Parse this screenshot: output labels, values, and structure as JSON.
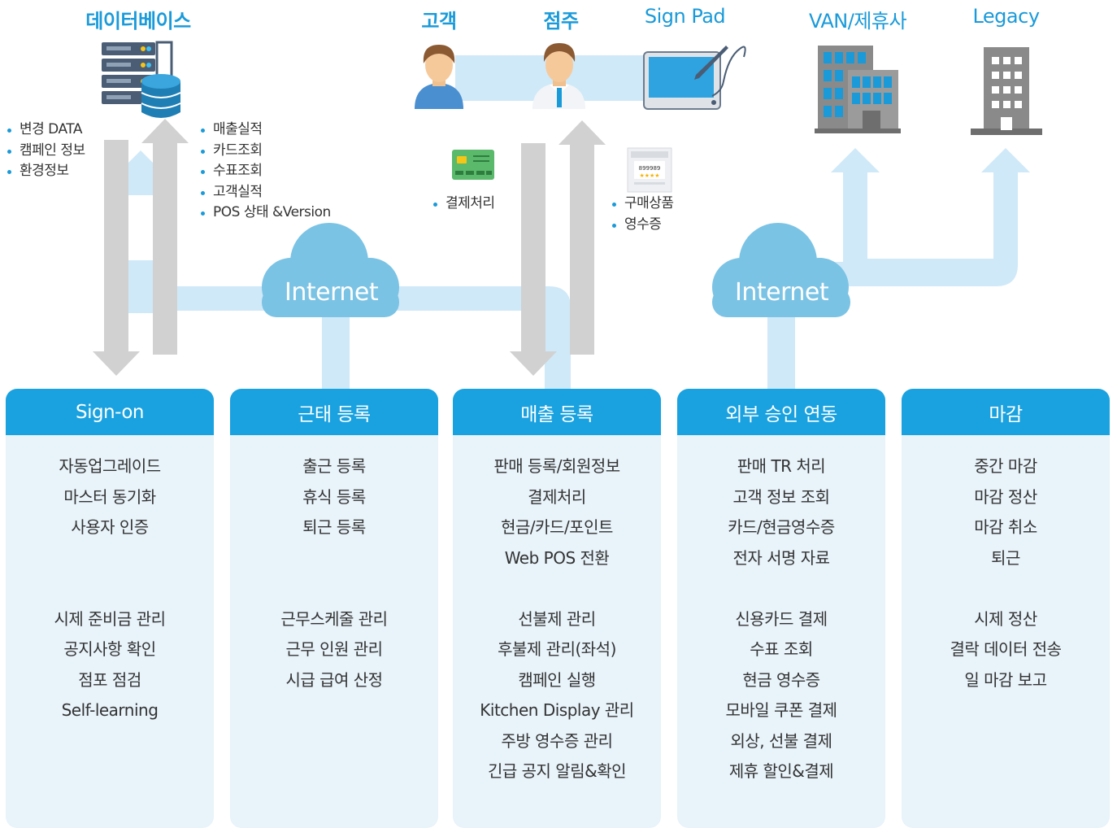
{
  "top_labels": {
    "database": "데이터베이스",
    "customer": "고객",
    "owner": "점주",
    "signpad": "Sign Pad",
    "van": "VAN/제휴사",
    "legacy": "Legacy"
  },
  "bullet_groups": {
    "db_left": [
      "변경 DATA",
      "캠페인 정보",
      "환경정보"
    ],
    "db_right": [
      "매출실적",
      "카드조회",
      "수표조회",
      "고객실적",
      "POS 상태 &Version"
    ],
    "payment": [
      "결제처리"
    ],
    "receipt": [
      "구매상품",
      "영수증"
    ]
  },
  "receipt_icon_text": "899989",
  "clouds": {
    "left": "Internet",
    "right": "Internet"
  },
  "icons": [
    "database-server-icon",
    "customer-avatar-icon",
    "owner-avatar-icon",
    "signpad-icon",
    "credit-card-icon",
    "receipt-icon",
    "van-building-icon",
    "legacy-building-icon",
    "cloud-icon"
  ],
  "colors": {
    "accent": "#1a9ad9",
    "card_header": "#1aa2e0",
    "card_body": "#e8f3fa",
    "flow_light_blue": "#cfe9f8",
    "cloud": "#7bc3e4",
    "arrow_gray": "#d1d1d1"
  },
  "cards": [
    {
      "title": "Sign-on",
      "group1": [
        "자동업그레이드",
        "마스터 동기화",
        "사용자 인증"
      ],
      "group2": [
        "시제 준비금 관리",
        "공지사항 확인",
        "점포 점검",
        "Self-learning"
      ]
    },
    {
      "title": "근태 등록",
      "group1": [
        "출근 등록",
        "휴식 등록",
        "퇴근 등록"
      ],
      "group2": [
        "근무스케줄 관리",
        "근무 인원 관리",
        "시급 급여 산정"
      ]
    },
    {
      "title": "매출 등록",
      "group1": [
        "판매 등록/회원정보",
        "결제처리",
        "현금/카드/포인트",
        "Web POS 전환"
      ],
      "group2": [
        "선불제 관리",
        "후불제 관리(좌석)",
        "캠페인 실행",
        "Kitchen Display 관리",
        "주방 영수증 관리",
        "긴급 공지 알림&확인"
      ]
    },
    {
      "title": "외부 승인 연동",
      "group1": [
        "판매 TR 처리",
        "고객 정보 조회",
        "카드/현금영수증",
        "전자 서명 자료"
      ],
      "group2": [
        "신용카드 결제",
        "수표 조회",
        "현금 영수증",
        "모바일 쿠폰 결제",
        "외상, 선불 결제",
        "제휴 할인&결제"
      ]
    },
    {
      "title": "마감",
      "group1": [
        "중간 마감",
        "마감 정산",
        "마감 취소",
        "퇴근"
      ],
      "group2": [
        "시제 정산",
        "결락 데이터 전송",
        "일 마감 보고"
      ]
    }
  ]
}
